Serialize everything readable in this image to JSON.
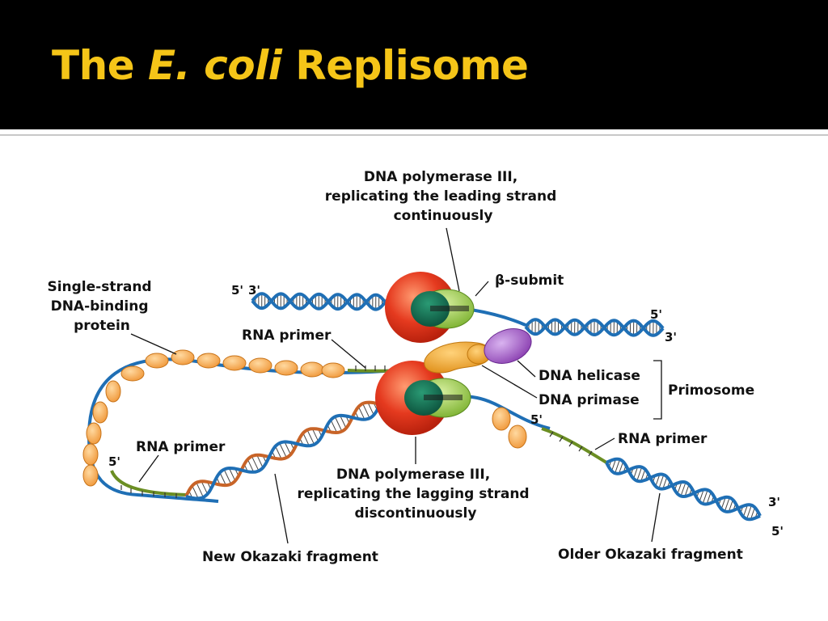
{
  "title": {
    "prefix": "The ",
    "italic": "E. coli",
    "suffix": " Replisome"
  },
  "labels": {
    "pol_leading": [
      "DNA polymerase III,",
      "replicating the leading strand",
      "continuously"
    ],
    "beta": "β-submit",
    "ssb": [
      "Single-strand",
      "DNA-binding",
      "protein"
    ],
    "rna_primer_top": "RNA primer",
    "helicase": "DNA helicase",
    "primase": "DNA primase",
    "primosome": "Primosome",
    "rna_primer_left": "RNA primer",
    "rna_primer_right": "RNA primer",
    "pol_lagging": [
      "DNA polymerase III,",
      "replicating the lagging strand",
      "discontinuously"
    ],
    "new_okazaki": "New Okazaki fragment",
    "older_okazaki": "Older Okazaki fragment"
  },
  "ends": {
    "top_left_5": "5'",
    "top_left_3": "3'",
    "right_5": "5'",
    "right_3": "3'",
    "ssb_5": "5'",
    "lower_right_5": "5'",
    "far_right_3": "3'",
    "far_right_5": "5'"
  },
  "colors": {
    "title": "#f5c518",
    "dna_strand": "#1f6fb5",
    "polymerase": "#e53a1f",
    "beta_clamp": "#8cc63f",
    "clamp_inner": "#0f6b4f",
    "helicase": "#9b59b6",
    "primase": "#f0a830",
    "ssb": "#f5a850",
    "rna_primer": "#6b8e23",
    "new_fragment": "#c86428"
  }
}
